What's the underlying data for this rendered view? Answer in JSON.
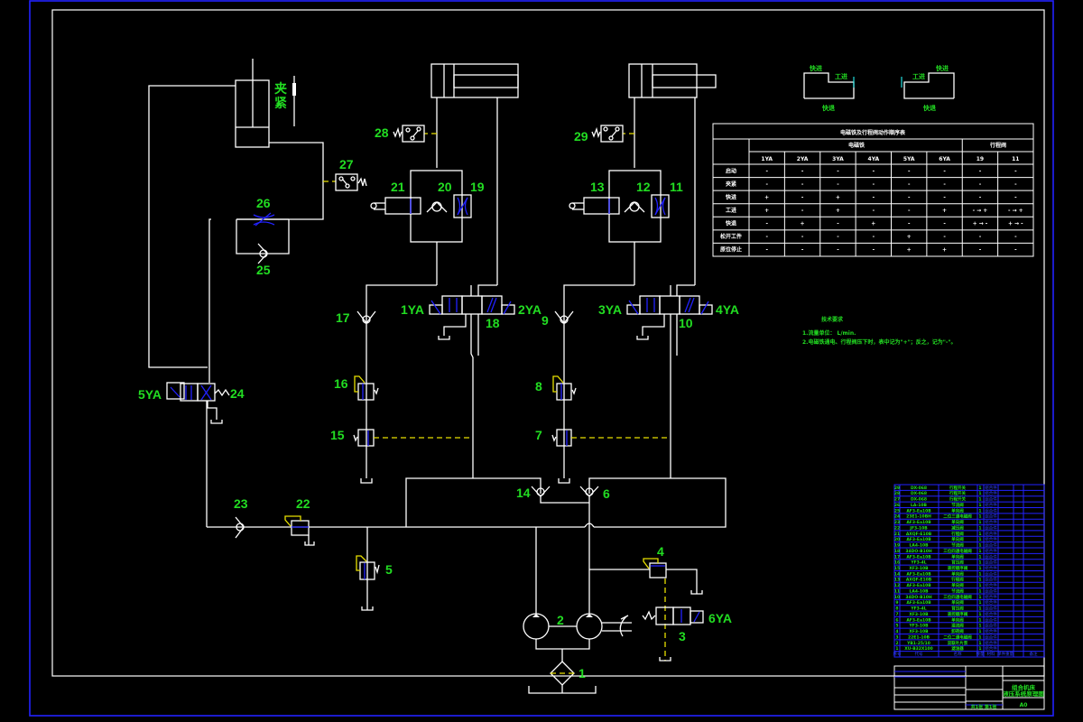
{
  "drawing": {
    "title_block": {
      "drawing_title_line1": "组合机床",
      "drawing_title_line2": "液压系统原理图",
      "sheet_size": "A0",
      "sheet_info": "共1张 第1张",
      "header_labels": [
        "序号",
        "代号",
        "名称",
        "数量",
        "材料",
        "单件重量",
        "备注"
      ]
    },
    "clamp_label": "夹紧",
    "component_labels": {
      "c1": "1",
      "c2": "2",
      "c3": "3",
      "c4": "4",
      "c5": "5",
      "c6": "6",
      "c7": "7",
      "c8": "8",
      "c9": "9",
      "c10": "10",
      "c11": "11",
      "c12": "12",
      "c13": "13",
      "c14": "14",
      "c15": "15",
      "c16": "16",
      "c17": "17",
      "c18": "18",
      "c19": "19",
      "c20": "20",
      "c21": "21",
      "c22": "22",
      "c23": "23",
      "c24": "24",
      "c25": "25",
      "c26": "26",
      "c27": "27",
      "c28": "28",
      "c29": "29"
    },
    "solenoid_labels": {
      "s1": "1YA",
      "s2": "2YA",
      "s3": "3YA",
      "s4": "4YA",
      "s5": "5YA",
      "s6": "6YA"
    },
    "cycle_diagrams": {
      "left": {
        "fast_forward": "快进",
        "work_feed": "工进",
        "fast_return": "快退"
      },
      "right": {
        "fast_forward": "快进",
        "work_feed": "工进",
        "fast_return": "快退"
      }
    },
    "sequence_table": {
      "title": "电磁铁及行程阀动作顺序表",
      "group_solenoid": "电磁铁",
      "group_valve": "行程阀",
      "columns": [
        "1YA",
        "2YA",
        "3YA",
        "4YA",
        "5YA",
        "6YA",
        "19",
        "11"
      ],
      "rows": [
        {
          "action": "启动",
          "values": [
            "-",
            "-",
            "-",
            "-",
            "-",
            "-",
            "-",
            "-"
          ]
        },
        {
          "action": "夹紧",
          "values": [
            "-",
            "-",
            "-",
            "-",
            "-",
            "-",
            "-",
            "-"
          ]
        },
        {
          "action": "快进",
          "values": [
            "+",
            "-",
            "+",
            "-",
            "-",
            "-",
            "-",
            "-"
          ]
        },
        {
          "action": "工进",
          "values": [
            "+",
            "-",
            "+",
            "-",
            "-",
            "+",
            "- → +",
            "- → +"
          ]
        },
        {
          "action": "快退",
          "values": [
            "-",
            "+",
            "-",
            "+",
            "-",
            "-",
            "+ → -",
            "+ → -"
          ]
        },
        {
          "action": "松开工件",
          "values": [
            "-",
            "-",
            "-",
            "-",
            "+",
            "-",
            "-",
            "-"
          ]
        },
        {
          "action": "原位停止",
          "values": [
            "-",
            "-",
            "-",
            "-",
            "+",
            "+",
            "-",
            "-"
          ]
        }
      ]
    },
    "tech_requirements": {
      "heading": "技术要求",
      "items": [
        "1.流量单位： L/min.",
        "2.电磁铁通电、行程阀压下时，表中记为\"+\"；反之，记为\"-\"。"
      ]
    },
    "bom": {
      "rows": [
        {
          "no": "29",
          "code": "DX-068",
          "name": "行程开关",
          "qty": "1",
          "material": "组合件"
        },
        {
          "no": "28",
          "code": "DX-068",
          "name": "行程开关",
          "qty": "1",
          "material": "组合件"
        },
        {
          "no": "27",
          "code": "DX-068",
          "name": "行程开关",
          "qty": "1",
          "material": "组合件"
        },
        {
          "no": "26",
          "code": "LA-10B",
          "name": "节流阀",
          "qty": "1",
          "material": "组合件"
        },
        {
          "no": "25",
          "code": "AF3-Ea10B",
          "name": "单向阀",
          "qty": "1",
          "material": "组合件"
        },
        {
          "no": "24",
          "code": "23E1-10BH",
          "name": "二位三通电磁阀",
          "qty": "1",
          "material": "组合件"
        },
        {
          "no": "23",
          "code": "AF3-Ea10B",
          "name": "单向阀",
          "qty": "1",
          "material": "组合件"
        },
        {
          "no": "22",
          "code": "JF3-10B",
          "name": "减压阀",
          "qty": "1",
          "material": "组合件"
        },
        {
          "no": "21",
          "code": "AXQF-E10B",
          "name": "行程阀",
          "qty": "1",
          "material": "组合件"
        },
        {
          "no": "20",
          "code": "AF3-Ea10B",
          "name": "单向阀",
          "qty": "1",
          "material": "组合件"
        },
        {
          "no": "19",
          "code": "LA4-10B",
          "name": "节流阀",
          "qty": "1",
          "material": "组合件"
        },
        {
          "no": "18",
          "code": "34DO-B10H",
          "name": "三位四通电磁阀",
          "qty": "1",
          "material": "组合件"
        },
        {
          "no": "17",
          "code": "AF3-Ea10B",
          "name": "单向阀",
          "qty": "1",
          "material": "组合件"
        },
        {
          "no": "16",
          "code": "YF3-4L",
          "name": "背压阀",
          "qty": "1",
          "material": "组合件"
        },
        {
          "no": "15",
          "code": "XF3-10B",
          "name": "液控顺序阀",
          "qty": "1",
          "material": "组合件"
        },
        {
          "no": "14",
          "code": "AF3-Ea10B",
          "name": "单向阀",
          "qty": "1",
          "material": "组合件"
        },
        {
          "no": "13",
          "code": "AXQF-E10B",
          "name": "行程阀",
          "qty": "1",
          "material": "组合件"
        },
        {
          "no": "12",
          "code": "AF3-Ea10B",
          "name": "单向阀",
          "qty": "1",
          "material": "组合件"
        },
        {
          "no": "11",
          "code": "LA4-10B",
          "name": "节流阀",
          "qty": "1",
          "material": "组合件"
        },
        {
          "no": "10",
          "code": "34DO-B10H",
          "name": "三位四通电磁阀",
          "qty": "1",
          "material": "组合件"
        },
        {
          "no": "9",
          "code": "AF3-Ea10B",
          "name": "单向阀",
          "qty": "1",
          "material": "组合件"
        },
        {
          "no": "8",
          "code": "YF3-4L",
          "name": "背压阀",
          "qty": "1",
          "material": "组合件"
        },
        {
          "no": "7",
          "code": "XF3-10B",
          "name": "液控顺序阀",
          "qty": "1",
          "material": "组合件"
        },
        {
          "no": "6",
          "code": "AF3-Ea10B",
          "name": "单向阀",
          "qty": "1",
          "material": "组合件"
        },
        {
          "no": "5",
          "code": "YF3-10B",
          "name": "溢流阀",
          "qty": "1",
          "material": "组合件"
        },
        {
          "no": "4",
          "code": "XF3-10B",
          "name": "卸荷阀",
          "qty": "1",
          "material": "组合件"
        },
        {
          "no": "3",
          "code": "22E1-10B",
          "name": "二位二通电磁阀",
          "qty": "1",
          "material": "组合件"
        },
        {
          "no": "2",
          "code": "YB1-25/10",
          "name": "双联叶片泵",
          "qty": "1",
          "material": "组合件"
        },
        {
          "no": "1",
          "code": "XU-B32X100",
          "name": "滤油器",
          "qty": "1",
          "material": "组合件"
        }
      ]
    }
  }
}
